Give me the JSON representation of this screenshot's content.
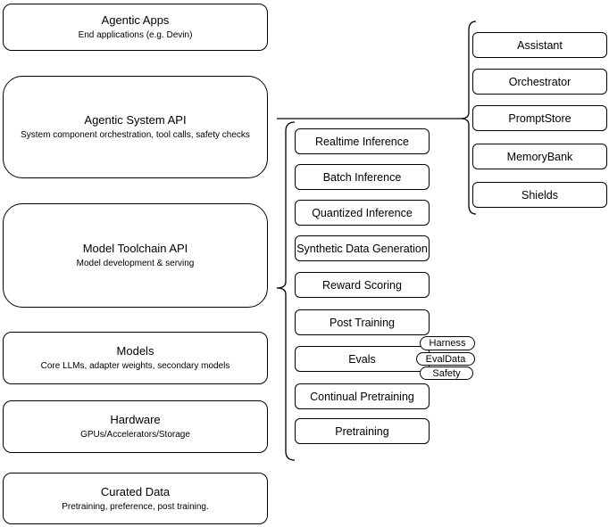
{
  "colors": {
    "stroke": "#000000",
    "fill": "#ffffff",
    "background": "#ffffff"
  },
  "left_column": {
    "boxes": [
      {
        "title": "Agentic Apps",
        "subtitle": "End applications (e.g. Devin)"
      },
      {
        "title": "Agentic System API",
        "subtitle": "System component orchestration, tool calls, safety checks"
      },
      {
        "title": "Model Toolchain API",
        "subtitle": "Model development & serving"
      },
      {
        "title": "Models",
        "subtitle": "Core LLMs, adapter weights, secondary models"
      },
      {
        "title": "Hardware",
        "subtitle": "GPUs/Accelerators/Storage"
      },
      {
        "title": "Curated Data",
        "subtitle": "Pretraining, preference, post training."
      }
    ]
  },
  "middle_column": {
    "boxes": [
      {
        "label": "Realtime Inference"
      },
      {
        "label": "Batch Inference"
      },
      {
        "label": "Quantized Inference"
      },
      {
        "label": "Synthetic Data Generation"
      },
      {
        "label": "Reward Scoring"
      },
      {
        "label": "Post Training"
      },
      {
        "label": "Evals"
      },
      {
        "label": "Continual Pretraining"
      },
      {
        "label": "Pretraining"
      }
    ]
  },
  "right_column": {
    "boxes": [
      {
        "label": "Assistant"
      },
      {
        "label": "Orchestrator"
      },
      {
        "label": "PromptStore"
      },
      {
        "label": "MemoryBank"
      },
      {
        "label": "Shields"
      }
    ]
  },
  "eval_pills": [
    {
      "label": "Harness"
    },
    {
      "label": "EvalData"
    },
    {
      "label": "Safety"
    }
  ]
}
